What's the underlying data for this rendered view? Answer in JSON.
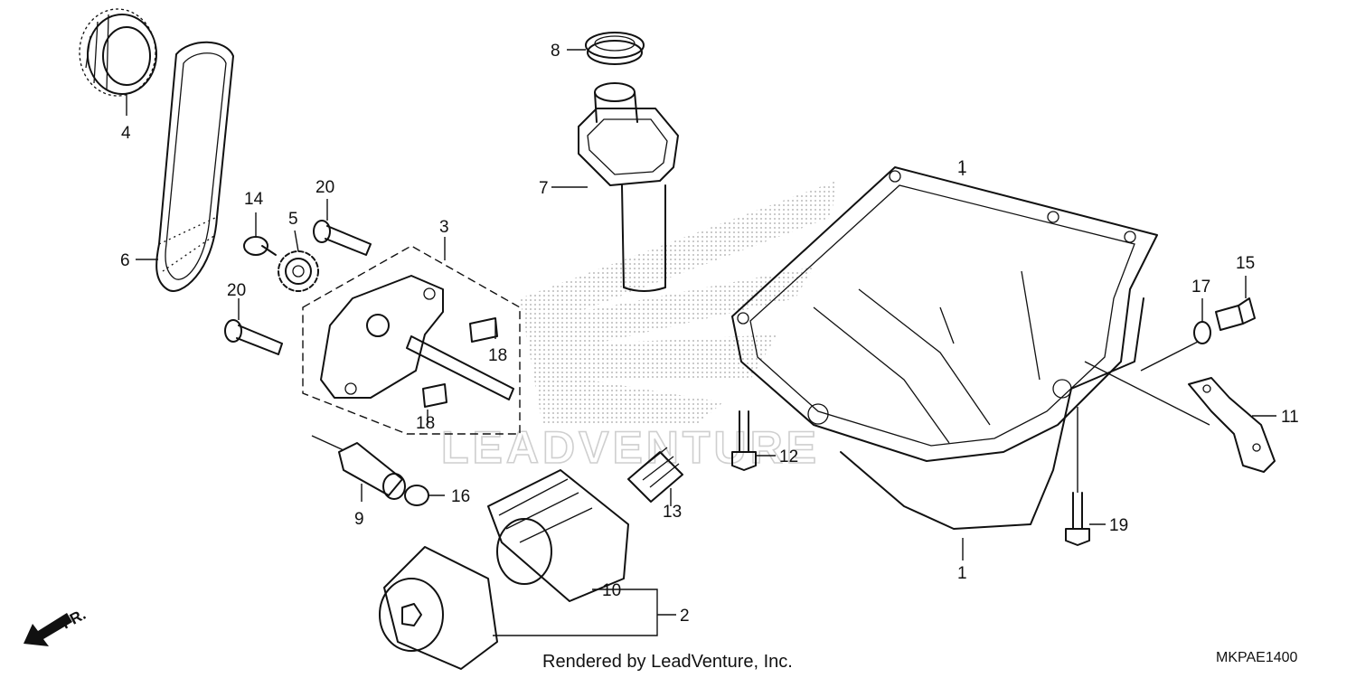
{
  "callouts": {
    "c1": "1",
    "c2": "2",
    "c3": "3",
    "c4": "4",
    "c5": "5",
    "c6": "6",
    "c7": "7",
    "c8": "8",
    "c9": "9",
    "c10": "10",
    "c11": "11",
    "c12": "12",
    "c13": "13",
    "c14": "14",
    "c15": "15",
    "c16": "16",
    "c17": "17",
    "c18a": "18",
    "c18b": "18",
    "c19": "19",
    "c20a": "20",
    "c20b": "20"
  },
  "footer": {
    "credit": "Rendered by LeadVenture, Inc.",
    "diagram_code": "MKPAE1400"
  },
  "direction_marker": {
    "label": "FR.",
    "icon": "arrow-down-left-icon"
  },
  "watermark": {
    "text": "LEADVENTURE",
    "logo": "wing-logo"
  },
  "colors": {
    "line": "#111111",
    "background": "#ffffff",
    "watermark_dots": "#bdbdbd"
  }
}
